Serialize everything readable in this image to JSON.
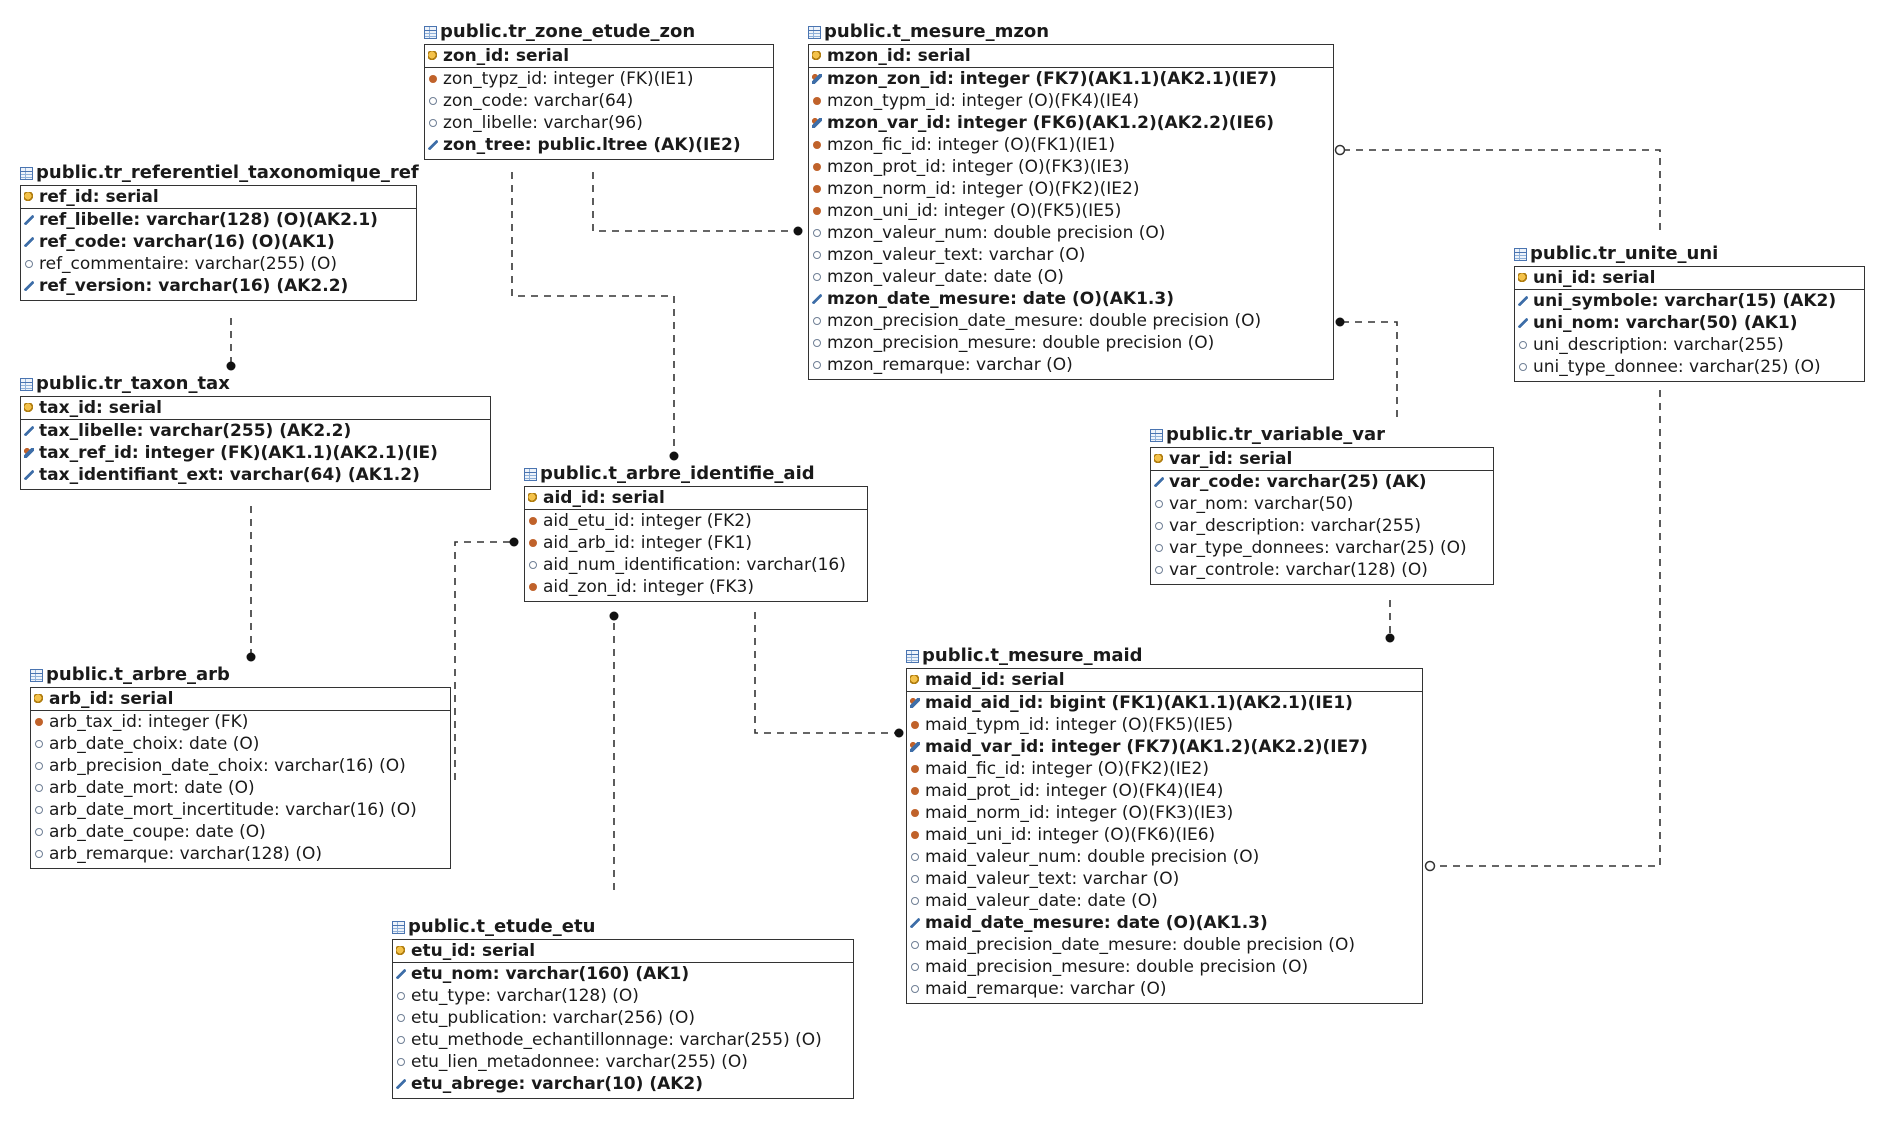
{
  "entities": [
    {
      "id": "tr_zone_etude_zon",
      "title": "public.tr_zone_etude_zon",
      "pk": "zon_id: serial",
      "columns": [
        {
          "text": "zon_typz_id: integer (FK)(IE1)",
          "icon": "fk-icon",
          "bold": false
        },
        {
          "text": "zon_code: varchar(64)",
          "icon": "column-icon",
          "bold": false
        },
        {
          "text": "zon_libelle: varchar(96)",
          "icon": "column-icon",
          "bold": false
        },
        {
          "text": "zon_tree: public.ltree (AK)(IE2)",
          "icon": "key-icon",
          "bold": true
        }
      ]
    },
    {
      "id": "t_mesure_mzon",
      "title": "public.t_mesure_mzon",
      "pk": "mzon_id: serial",
      "columns": [
        {
          "text": "mzon_zon_id: integer (FK7)(AK1.1)(AK2.1)(IE7)",
          "icon": "key-fk-icon",
          "bold": true
        },
        {
          "text": "mzon_typm_id: integer (O)(FK4)(IE4)",
          "icon": "fk-icon",
          "bold": false
        },
        {
          "text": "mzon_var_id: integer (FK6)(AK1.2)(AK2.2)(IE6)",
          "icon": "key-fk-icon",
          "bold": true
        },
        {
          "text": "mzon_fic_id: integer (O)(FK1)(IE1)",
          "icon": "fk-icon",
          "bold": false
        },
        {
          "text": "mzon_prot_id: integer (O)(FK3)(IE3)",
          "icon": "fk-icon",
          "bold": false
        },
        {
          "text": "mzon_norm_id: integer (O)(FK2)(IE2)",
          "icon": "fk-icon",
          "bold": false
        },
        {
          "text": "mzon_uni_id: integer (O)(FK5)(IE5)",
          "icon": "fk-icon",
          "bold": false
        },
        {
          "text": "mzon_valeur_num: double precision (O)",
          "icon": "column-icon",
          "bold": false
        },
        {
          "text": "mzon_valeur_text: varchar (O)",
          "icon": "column-icon",
          "bold": false
        },
        {
          "text": "mzon_valeur_date: date (O)",
          "icon": "column-icon",
          "bold": false
        },
        {
          "text": "mzon_date_mesure: date (O)(AK1.3)",
          "icon": "key-icon",
          "bold": true
        },
        {
          "text": "mzon_precision_date_mesure: double precision (O)",
          "icon": "column-icon",
          "bold": false
        },
        {
          "text": "mzon_precision_mesure: double precision (O)",
          "icon": "column-icon",
          "bold": false
        },
        {
          "text": "mzon_remarque: varchar (O)",
          "icon": "column-icon",
          "bold": false
        }
      ]
    },
    {
      "id": "tr_referentiel_taxonomique_ref",
      "title": "public.tr_referentiel_taxonomique_ref",
      "pk": "ref_id: serial",
      "columns": [
        {
          "text": "ref_libelle: varchar(128) (O)(AK2.1)",
          "icon": "key-icon",
          "bold": true
        },
        {
          "text": "ref_code: varchar(16) (O)(AK1)",
          "icon": "key-icon",
          "bold": true
        },
        {
          "text": "ref_commentaire: varchar(255) (O)",
          "icon": "column-icon",
          "bold": false
        },
        {
          "text": "ref_version: varchar(16) (AK2.2)",
          "icon": "key-icon",
          "bold": true
        }
      ]
    },
    {
      "id": "tr_unite_uni",
      "title": "public.tr_unite_uni",
      "pk": "uni_id: serial",
      "columns": [
        {
          "text": "uni_symbole: varchar(15) (AK2)",
          "icon": "key-icon",
          "bold": true
        },
        {
          "text": "uni_nom: varchar(50) (AK1)",
          "icon": "key-icon",
          "bold": true
        },
        {
          "text": "uni_description: varchar(255)",
          "icon": "column-icon",
          "bold": false
        },
        {
          "text": "uni_type_donnee: varchar(25) (O)",
          "icon": "column-icon",
          "bold": false
        }
      ]
    },
    {
      "id": "tr_taxon_tax",
      "title": "public.tr_taxon_tax",
      "pk": "tax_id: serial",
      "columns": [
        {
          "text": "tax_libelle: varchar(255) (AK2.2)",
          "icon": "key-icon",
          "bold": true
        },
        {
          "text": "tax_ref_id: integer (FK)(AK1.1)(AK2.1)(IE)",
          "icon": "key-fk-icon",
          "bold": true
        },
        {
          "text": "tax_identifiant_ext: varchar(64) (AK1.2)",
          "icon": "key-icon",
          "bold": true
        }
      ]
    },
    {
      "id": "tr_variable_var",
      "title": "public.tr_variable_var",
      "pk": "var_id: serial",
      "columns": [
        {
          "text": "var_code: varchar(25) (AK)",
          "icon": "key-icon",
          "bold": true
        },
        {
          "text": "var_nom: varchar(50)",
          "icon": "column-icon",
          "bold": false
        },
        {
          "text": "var_description: varchar(255)",
          "icon": "column-icon",
          "bold": false
        },
        {
          "text": "var_type_donnees: varchar(25) (O)",
          "icon": "column-icon",
          "bold": false
        },
        {
          "text": "var_controle: varchar(128) (O)",
          "icon": "column-icon",
          "bold": false
        }
      ]
    },
    {
      "id": "t_arbre_identifie_aid",
      "title": "public.t_arbre_identifie_aid",
      "pk": "aid_id: serial",
      "columns": [
        {
          "text": "aid_etu_id: integer (FK2)",
          "icon": "fk-icon",
          "bold": false
        },
        {
          "text": "aid_arb_id: integer (FK1)",
          "icon": "fk-icon",
          "bold": false
        },
        {
          "text": "aid_num_identification: varchar(16)",
          "icon": "column-icon",
          "bold": false
        },
        {
          "text": "aid_zon_id: integer (FK3)",
          "icon": "fk-icon",
          "bold": false
        }
      ]
    },
    {
      "id": "t_arbre_arb",
      "title": "public.t_arbre_arb",
      "pk": "arb_id: serial",
      "columns": [
        {
          "text": "arb_tax_id: integer (FK)",
          "icon": "fk-icon",
          "bold": false
        },
        {
          "text": "arb_date_choix: date (O)",
          "icon": "column-icon",
          "bold": false
        },
        {
          "text": "arb_precision_date_choix: varchar(16) (O)",
          "icon": "column-icon",
          "bold": false
        },
        {
          "text": "arb_date_mort: date (O)",
          "icon": "column-icon",
          "bold": false
        },
        {
          "text": "arb_date_mort_incertitude: varchar(16) (O)",
          "icon": "column-icon",
          "bold": false
        },
        {
          "text": "arb_date_coupe: date (O)",
          "icon": "column-icon",
          "bold": false
        },
        {
          "text": "arb_remarque: varchar(128) (O)",
          "icon": "column-icon",
          "bold": false
        }
      ]
    },
    {
      "id": "t_mesure_maid",
      "title": "public.t_mesure_maid",
      "pk": "maid_id: serial",
      "columns": [
        {
          "text": "maid_aid_id: bigint (FK1)(AK1.1)(AK2.1)(IE1)",
          "icon": "key-fk-icon",
          "bold": true
        },
        {
          "text": "maid_typm_id: integer (O)(FK5)(IE5)",
          "icon": "fk-icon",
          "bold": false
        },
        {
          "text": "maid_var_id: integer (FK7)(AK1.2)(AK2.2)(IE7)",
          "icon": "key-fk-icon",
          "bold": true
        },
        {
          "text": "maid_fic_id: integer (O)(FK2)(IE2)",
          "icon": "fk-icon",
          "bold": false
        },
        {
          "text": "maid_prot_id: integer (O)(FK4)(IE4)",
          "icon": "fk-icon",
          "bold": false
        },
        {
          "text": "maid_norm_id: integer (O)(FK3)(IE3)",
          "icon": "fk-icon",
          "bold": false
        },
        {
          "text": "maid_uni_id: integer (O)(FK6)(IE6)",
          "icon": "fk-icon",
          "bold": false
        },
        {
          "text": "maid_valeur_num: double precision (O)",
          "icon": "column-icon",
          "bold": false
        },
        {
          "text": "maid_valeur_text: varchar (O)",
          "icon": "column-icon",
          "bold": false
        },
        {
          "text": "maid_valeur_date: date (O)",
          "icon": "column-icon",
          "bold": false
        },
        {
          "text": "maid_date_mesure: date (O)(AK1.3)",
          "icon": "key-icon",
          "bold": true
        },
        {
          "text": "maid_precision_date_mesure: double precision (O)",
          "icon": "column-icon",
          "bold": false
        },
        {
          "text": "maid_precision_mesure: double precision (O)",
          "icon": "column-icon",
          "bold": false
        },
        {
          "text": "maid_remarque: varchar (O)",
          "icon": "column-icon",
          "bold": false
        }
      ]
    },
    {
      "id": "t_etude_etu",
      "title": "public.t_etude_etu",
      "pk": "etu_id: serial",
      "columns": [
        {
          "text": "etu_nom: varchar(160) (AK1)",
          "icon": "key-icon",
          "bold": true
        },
        {
          "text": "etu_type: varchar(128) (O)",
          "icon": "column-icon",
          "bold": false
        },
        {
          "text": "etu_publication: varchar(256) (O)",
          "icon": "column-icon",
          "bold": false
        },
        {
          "text": "etu_methode_echantillonnage: varchar(255) (O)",
          "icon": "column-icon",
          "bold": false
        },
        {
          "text": "etu_lien_metadonnee: varchar(255) (O)",
          "icon": "column-icon",
          "bold": false
        },
        {
          "text": "etu_abrege: varchar(10) (AK2)",
          "icon": "key-icon",
          "bold": true
        }
      ]
    }
  ],
  "relationships": [
    {
      "from": "tr_zone_etude_zon",
      "to": "t_mesure_mzon",
      "end": "filled"
    },
    {
      "from": "tr_zone_etude_zon",
      "to": "t_arbre_identifie_aid",
      "end": "filled"
    },
    {
      "from": "tr_referentiel_taxonomique_ref",
      "to": "tr_taxon_tax",
      "end": "filled"
    },
    {
      "from": "tr_taxon_tax",
      "to": "t_arbre_arb",
      "end": "filled"
    },
    {
      "from": "t_arbre_arb",
      "to": "t_arbre_identifie_aid",
      "end": "filled"
    },
    {
      "from": "t_etude_etu",
      "to": "t_arbre_identifie_aid",
      "end": "filled"
    },
    {
      "from": "t_arbre_identifie_aid",
      "to": "t_mesure_maid",
      "end": "filled"
    },
    {
      "from": "tr_variable_var",
      "to": "t_mesure_mzon",
      "end": "filled"
    },
    {
      "from": "tr_variable_var",
      "to": "t_mesure_maid",
      "end": "filled"
    },
    {
      "from": "tr_unite_uni",
      "to": "t_mesure_mzon",
      "end": "hollow"
    },
    {
      "from": "tr_unite_uni",
      "to": "t_mesure_maid",
      "end": "hollow"
    }
  ]
}
